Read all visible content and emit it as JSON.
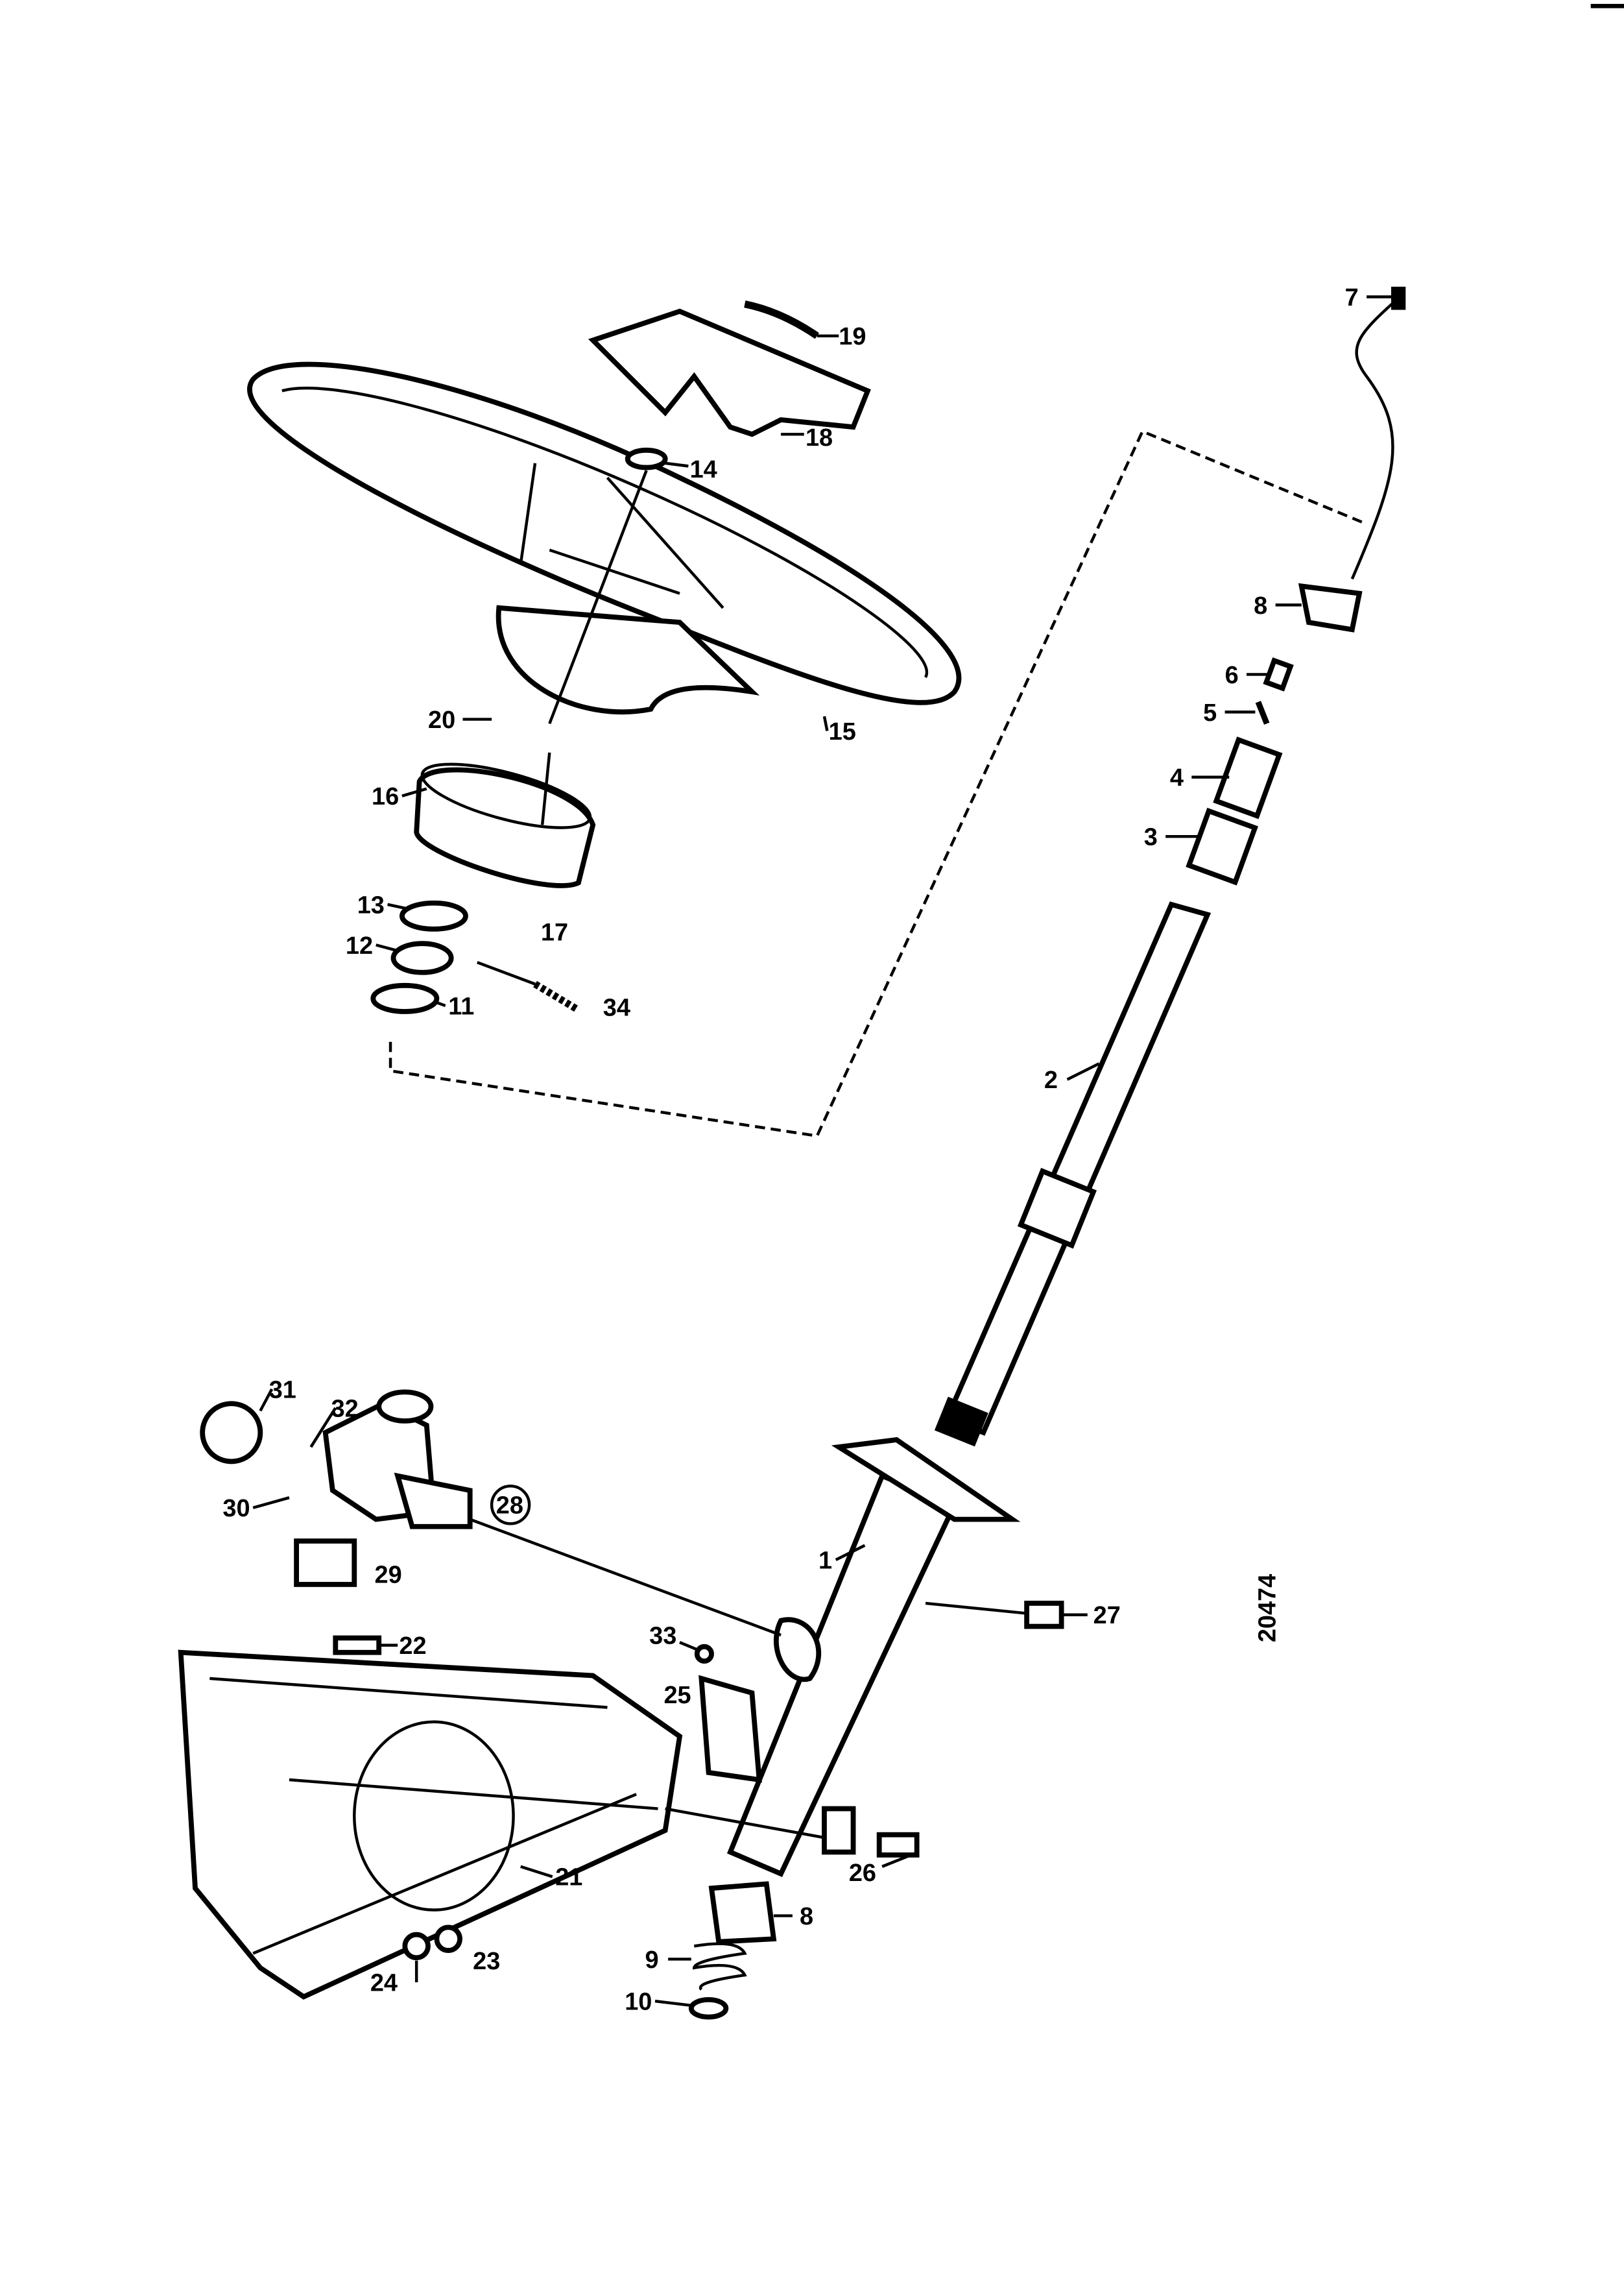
{
  "diagram": {
    "drawing_number": "20474",
    "part_labels": [
      "1",
      "2",
      "3",
      "4",
      "5",
      "6",
      "7",
      "8",
      "8",
      "9",
      "10",
      "11",
      "12",
      "13",
      "14",
      "15",
      "16",
      "17",
      "18",
      "19",
      "20",
      "21",
      "22",
      "23",
      "24",
      "25",
      "26",
      "27",
      "28",
      "29",
      "30",
      "31",
      "32",
      "33",
      "34"
    ]
  }
}
